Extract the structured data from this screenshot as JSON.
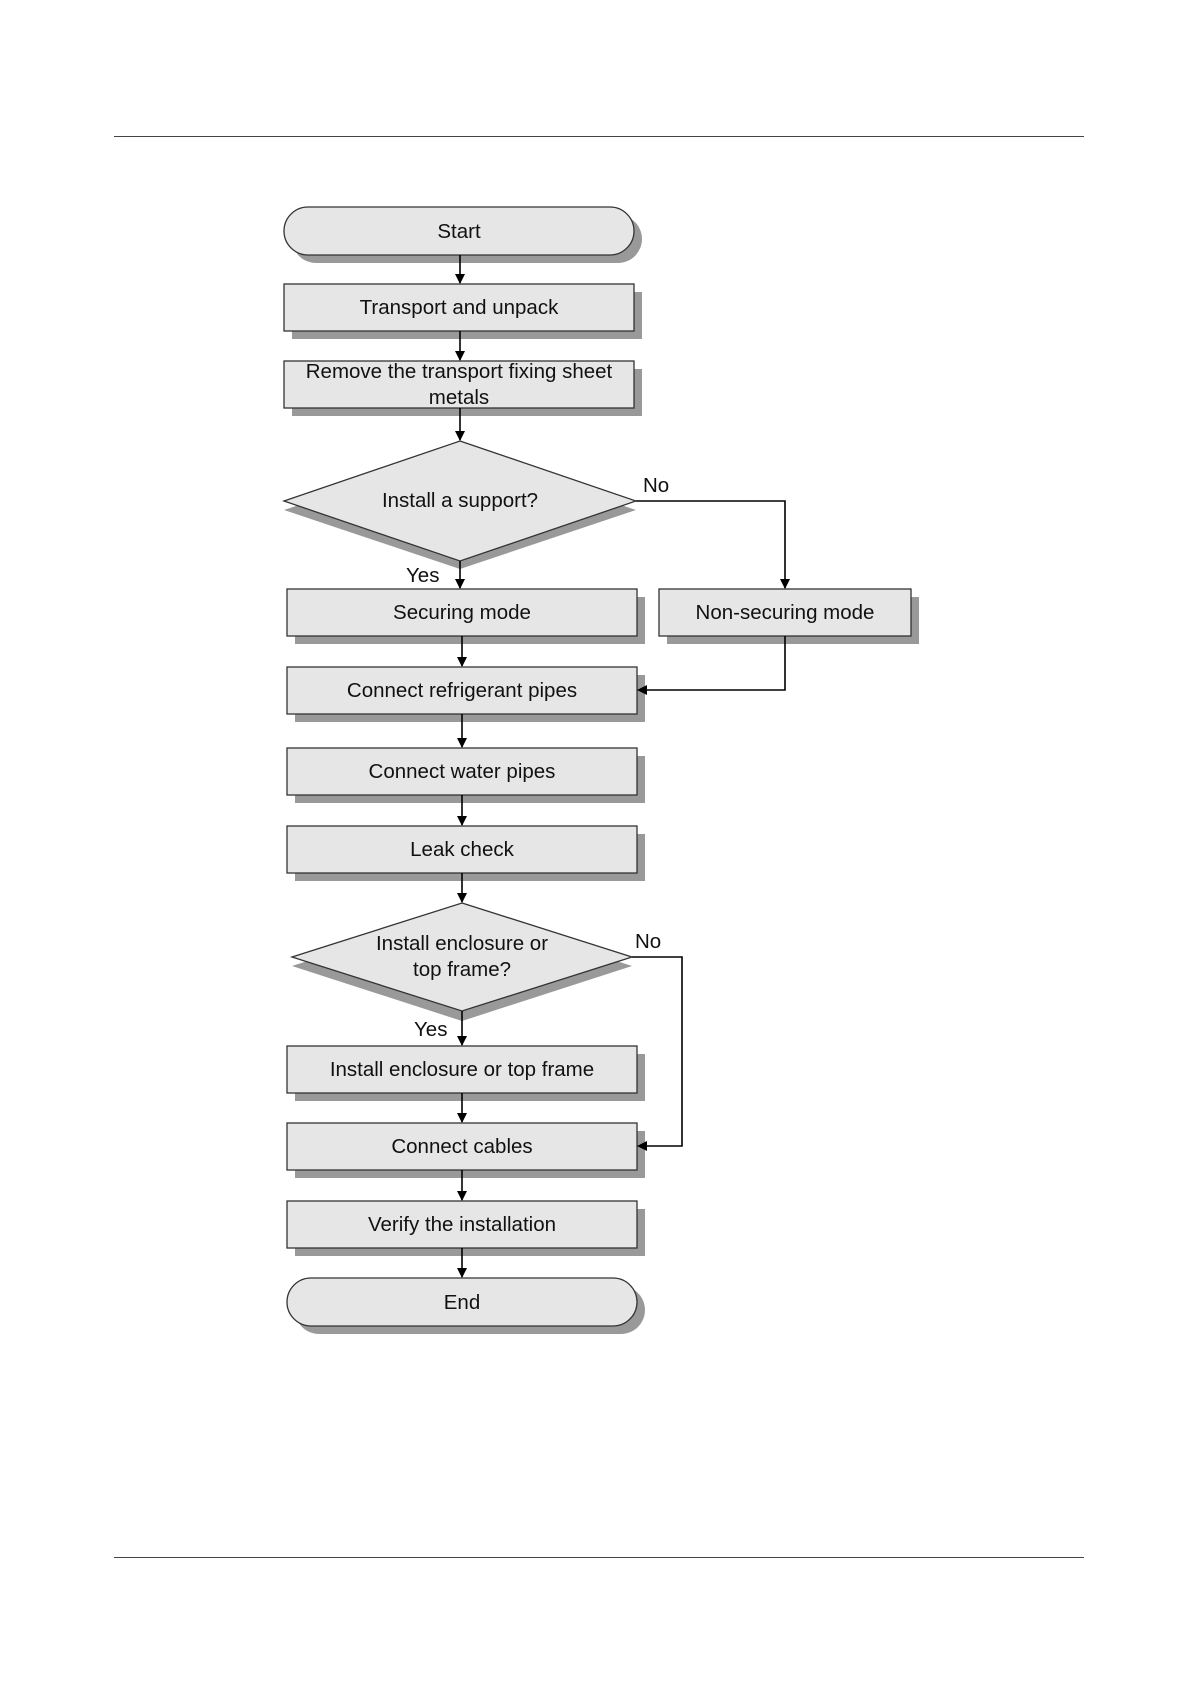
{
  "flowchart": {
    "start": "Start",
    "transport": "Transport and unpack",
    "remove_line1": "Remove the transport fixing sheet",
    "remove_line2": "metals",
    "decision1": "Install a support?",
    "decision1_no": "No",
    "decision1_yes": "Yes",
    "securing": "Securing mode",
    "non_securing": "Non-securing mode",
    "refrigerant": "Connect refrigerant pipes",
    "water": "Connect water pipes",
    "leak": "Leak check",
    "decision2_line1": "Install enclosure or",
    "decision2_line2": "top frame?",
    "decision2_no": "No",
    "decision2_yes": "Yes",
    "install_enclosure": "Install enclosure or top frame",
    "cables": "Connect cables",
    "verify": "Verify the installation",
    "end": "End"
  },
  "colors": {
    "node_fill": "#e6e6e6",
    "shadow": "#999999",
    "line": "#000000"
  }
}
